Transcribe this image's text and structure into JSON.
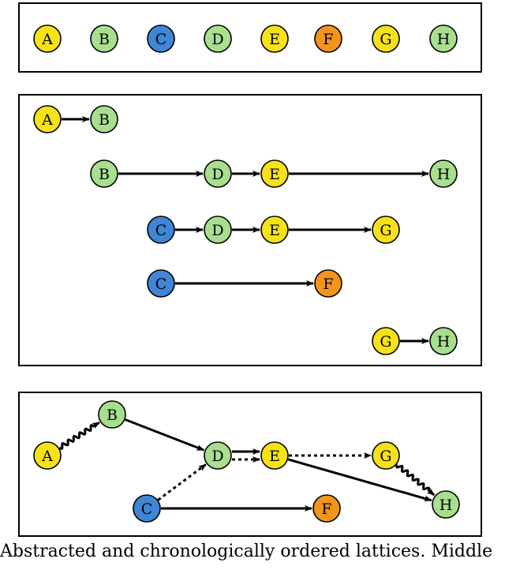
{
  "colors": {
    "yellow": "#f7e218",
    "green": "#a8df8f",
    "blue": "#3f86d6",
    "orange": "#f3951c"
  },
  "nodes": {
    "A": {
      "label": "A",
      "color": "yellow"
    },
    "B": {
      "label": "B",
      "color": "green"
    },
    "C": {
      "label": "C",
      "color": "blue"
    },
    "D": {
      "label": "D",
      "color": "green"
    },
    "E": {
      "label": "E",
      "color": "yellow"
    },
    "F": {
      "label": "F",
      "color": "orange"
    },
    "G": {
      "label": "G",
      "color": "yellow"
    },
    "H": {
      "label": "H",
      "color": "green"
    }
  },
  "top_panel": {
    "nodes": [
      "A",
      "B",
      "C",
      "D",
      "E",
      "F",
      "G",
      "H"
    ]
  },
  "middle_panel": {
    "chains": [
      [
        "A",
        "B"
      ],
      [
        "B",
        "D",
        "E",
        "H"
      ],
      [
        "C",
        "D",
        "E",
        "G"
      ],
      [
        "C",
        "F"
      ],
      [
        "G",
        "H"
      ]
    ]
  },
  "bottom_panel": {
    "nodes": [
      "A",
      "B",
      "C",
      "D",
      "E",
      "F",
      "G",
      "H"
    ],
    "edges": [
      {
        "from": "A",
        "to": "B",
        "style": "wavy"
      },
      {
        "from": "B",
        "to": "D",
        "style": "solid"
      },
      {
        "from": "C",
        "to": "D",
        "style": "dotted"
      },
      {
        "from": "D",
        "to": "E",
        "style": "solid"
      },
      {
        "from": "D",
        "to": "E",
        "style": "dotted"
      },
      {
        "from": "E",
        "to": "G",
        "style": "dotted"
      },
      {
        "from": "E",
        "to": "H",
        "style": "solid"
      },
      {
        "from": "G",
        "to": "H",
        "style": "wavy"
      },
      {
        "from": "C",
        "to": "F",
        "style": "solid"
      }
    ]
  },
  "caption": {
    "text": "Abstracted and chronologically ordered lattices. Middle"
  }
}
